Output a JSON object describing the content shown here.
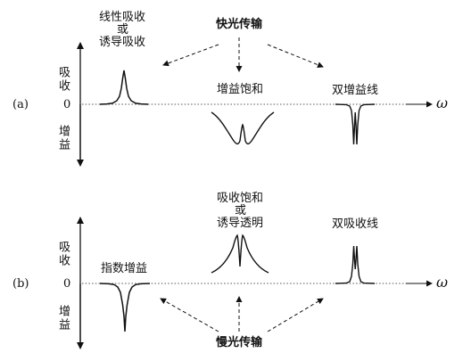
{
  "panel_a": {
    "label": "(a)",
    "axis_up_label": "吸收",
    "axis_down_label": "增益",
    "zero_label": "0",
    "omega_label": "ω",
    "title": "快光传输",
    "curve1": {
      "line1": "线性吸收",
      "line2": "或",
      "line3": "诱导吸收"
    },
    "curve2": {
      "label": "增益饱和"
    },
    "curve3": {
      "label": "双增益线"
    }
  },
  "panel_b": {
    "label": "(b)",
    "axis_up_label": "吸收",
    "axis_down_label": "增益",
    "zero_label": "0",
    "omega_label": "ω",
    "title": "慢光传输",
    "curve1": {
      "label": "指数增益"
    },
    "curve2": {
      "line1": "吸收饱和",
      "line2": "或",
      "line3": "诱导透明"
    },
    "curve3": {
      "label": "双吸收线"
    }
  },
  "colors": {
    "ink": "#111111",
    "dotted": "#555555"
  }
}
